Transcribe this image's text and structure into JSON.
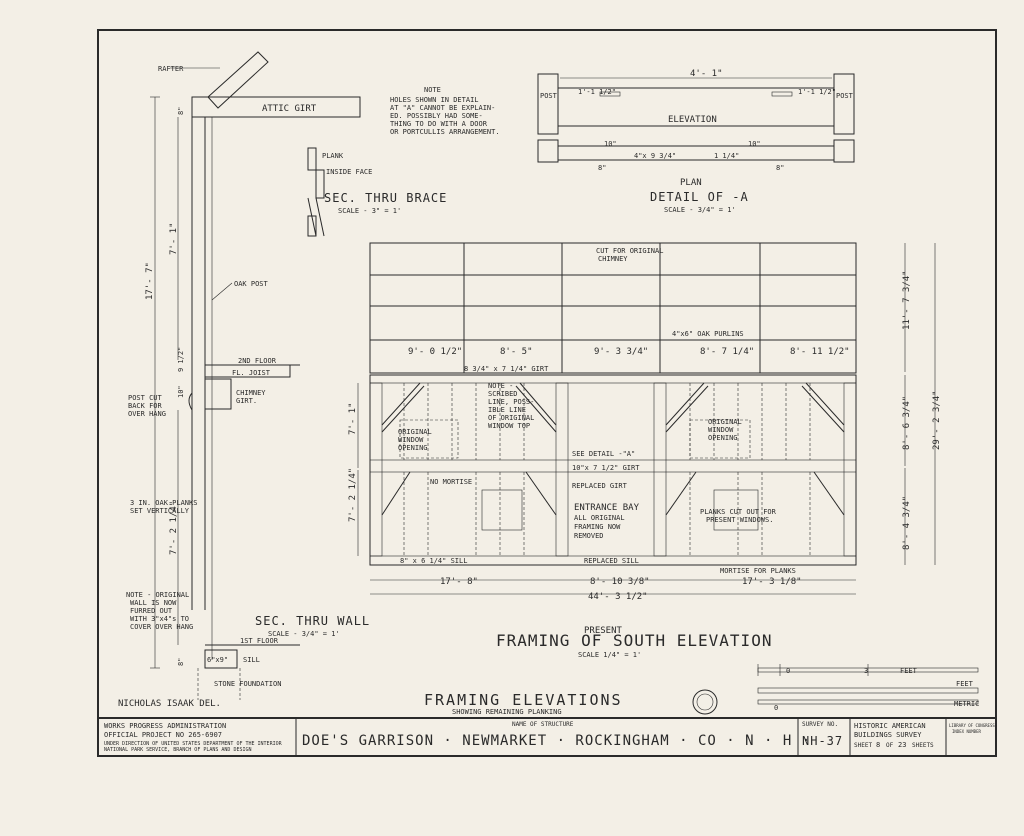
{
  "sheet": {
    "title": "FRAMING ELEVATIONS",
    "subtitle": "SHOWING REMAINING PLANKING",
    "delineator": "NICHOLAS ISAAK DEL."
  },
  "wall_section": {
    "labels": {
      "rafter": "RAFTER",
      "attic_girt": "ATTIC GIRT",
      "oak_post": "OAK POST",
      "second_floor": "2ND FLOOR",
      "joist": "FL. JOIST",
      "chimney_girt_1": "CHIMNEY",
      "chimney_girt_2": "GIRT.",
      "post_cut_1": "POST CUT",
      "post_cut_2": "BACK FOR",
      "post_cut_3": "OVER HANG",
      "planks_1": "3 IN. OAK PLANKS",
      "planks_2": "SET VERTICALLY",
      "note_1": "NOTE - ORIGINAL",
      "note_2": "WALL IS NOW",
      "note_3": "FURRED OUT",
      "note_4": "WITH 3\"x4\"s TO",
      "note_5": "COVER OVER HANG",
      "first_floor": "1ST FLOOR",
      "sill": "SILL",
      "sill_size": "6\"x9\"",
      "foundation": "STONE FOUNDATION",
      "title": "SEC. THRU WALL",
      "scale": "SCALE - 3/4\" = 1'"
    },
    "dims": {
      "overall": "17'- 7\"",
      "upper": "7'- 1\"",
      "lower": "7'- 2 1/4\"",
      "top": "8\"",
      "mid": "9 1/2\"",
      "mid2": "10\"",
      "bottom": "8\""
    }
  },
  "brace_section": {
    "plank": "PLANK",
    "inside_face": "INSIDE FACE",
    "title": "SEC. THRU BRACE",
    "scale": "SCALE - 3\" = 1'"
  },
  "note": {
    "heading": "NOTE",
    "lines": [
      "HOLES SHOWN IN DETAIL",
      "AT \"A\" CANNOT BE EXPLAIN-",
      "ED. POSSIBLY HAD SOME-",
      "THING TO DO WITH A DOOR",
      "OR PORTCULLIS ARRANGEMENT."
    ]
  },
  "detail_a": {
    "dim_top": "4'- 1\"",
    "post_left": "POST",
    "post_right": "POST",
    "elevation": "ELEVATION",
    "plan": "PLAN",
    "title": "DETAIL OF -A",
    "scale": "SCALE - 3/4\" = 1'",
    "d1": "1'-1 1/2\"",
    "d2": "8\"",
    "d3": "10\"",
    "d4": "4\"x 9 3/4\"",
    "d5": "1 1/4\""
  },
  "framing": {
    "title_1": "PRESENT",
    "title_2": "FRAMING OF SOUTH ELEVATION",
    "scale": "SCALE 1/4\" = 1'",
    "labels": {
      "chimney_1": "CUT FOR ORIGINAL",
      "chimney_2": "CHIMNEY",
      "purlins": "4\"x6\" OAK PURLINS",
      "girt": "8 3/4\" x 7 1/4\" GIRT",
      "note_1": "NOTE -",
      "note_2": "SCRIBED",
      "note_3": "LINE, POSS-",
      "note_4": "IBLE LINE",
      "note_5": "OF ORIGINAL",
      "note_6": "WINDOW TOP",
      "orig_window_1": "ORIGINAL",
      "orig_window_2": "WINDOW",
      "orig_window_3": "OPENING",
      "see_detail": "SEE DETAIL -\"A\"",
      "girt_10": "10\"x 7 1/2\" GIRT",
      "no_mortise": "NO MORTISE",
      "replaced_girt": "REPLACED GIRT",
      "entrance_1": "ENTRANCE BAY",
      "entrance_2": "ALL ORIGINAL",
      "entrance_3": "FRAMING NOW",
      "entrance_4": "REMOVED",
      "planks_cut_1": "PLANKS CUT OUT FOR",
      "planks_cut_2": "PRESENT WINDOWS.",
      "sill": "8\" x 6 1/4\" SILL",
      "replaced_sill": "REPLACED SILL",
      "mortise_planks": "MORTISE FOR PLANKS"
    },
    "dims": {
      "b1": "9'- 0 1/2\"",
      "b2": "8'- 5\"",
      "b3": "9'- 3 3/4\"",
      "b4": "8'- 7 1/4\"",
      "b5": "8'- 11 1/2\"",
      "bottom_1": "17'- 8\"",
      "bottom_2": "8'- 10 3/8\"",
      "bottom_3": "17'- 3 1/8\"",
      "overall": "44'- 3 1/2\"",
      "r1": "11'- 7 3/4\"",
      "r2": "8'- 6 3/4\"",
      "r3": "8'- 4 3/4\"",
      "r_total": "29'- 2 3/4\"",
      "l1": "7'- 1\"",
      "l2": "7'- 2 1/4\""
    }
  },
  "scale_bar": {
    "feet": "FEET",
    "feet_label": "FEET",
    "metric": "METRIC",
    "zero": "0",
    "three": "3"
  },
  "title_block": {
    "wpa_1": "WORKS PROGRESS ADMINISTRATION",
    "wpa_2": "OFFICIAL PROJECT NO 265-6907",
    "wpa_3": "UNDER DIRECTION OF UNITED STATES DEPARTMENT OF THE INTERIOR",
    "wpa_4": "NATIONAL PARK SERVICE, BRANCH OF PLANS AND DESIGN",
    "name_label": "NAME OF STRUCTURE",
    "name": "DOE'S GARRISON · NEWMARKET · ROCKINGHAM · CO · N · H ·",
    "survey_label": "SURVEY NO.",
    "survey": "NH-37",
    "habs_1": "HISTORIC AMERICAN",
    "habs_2": "BUILDINGS SURVEY",
    "sheet_word": "SHEET",
    "sheet_no": "8",
    "of_word": "OF",
    "sheets_total": "23",
    "sheets_word": "SHEETS",
    "loc_1": "LIBRARY OF CONGRESS",
    "loc_2": "INDEX NUMBER"
  }
}
